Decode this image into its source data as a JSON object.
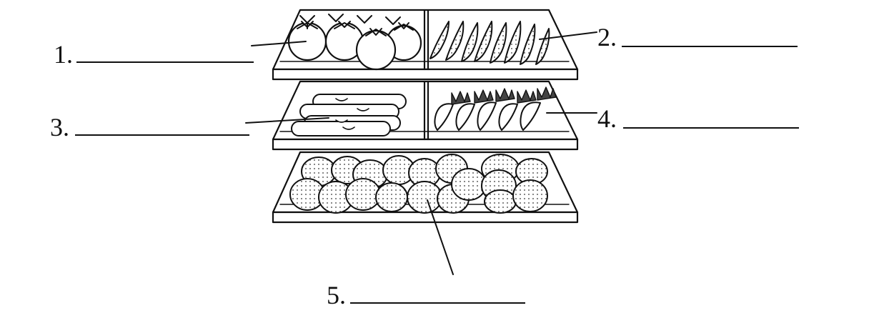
{
  "worksheet": {
    "labels": [
      {
        "number": "1."
      },
      {
        "number": "2."
      },
      {
        "number": "3."
      },
      {
        "number": "4."
      },
      {
        "number": "5."
      }
    ]
  },
  "colors": {
    "ink": "#111111",
    "paper": "#ffffff",
    "stipple": "#dddddd"
  }
}
